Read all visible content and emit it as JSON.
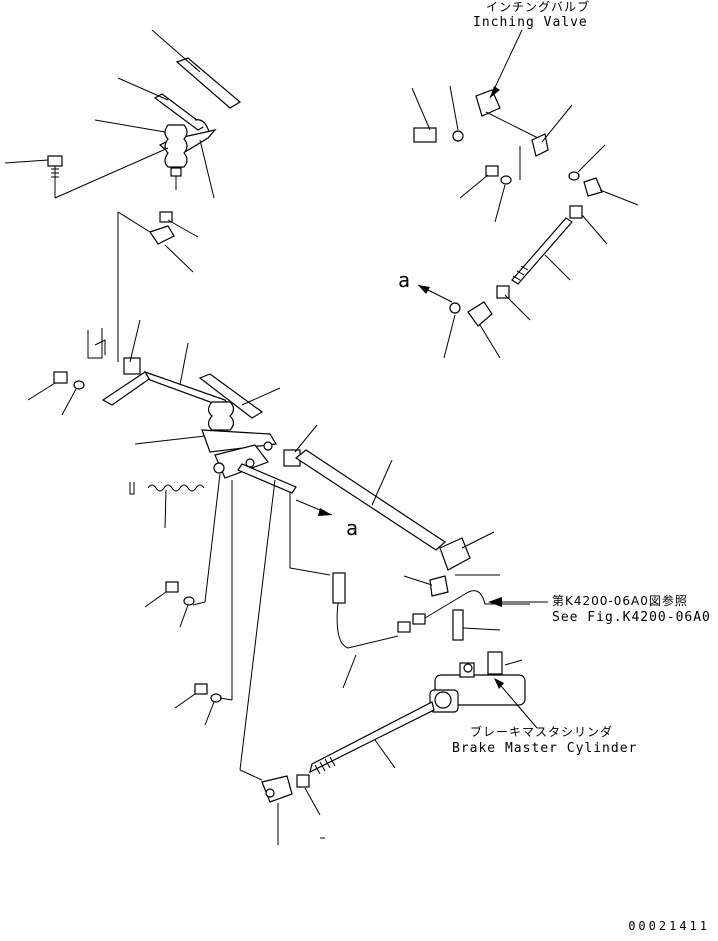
{
  "labels": {
    "inching_valve_jp": "インチングバルブ",
    "inching_valve_en": "Inching Valve",
    "see_fig_jp": "第K4200-06A0図参照",
    "see_fig_en": "See Fig.K4200-06A0",
    "brake_master_jp": "ブレーキマスタシリンダ",
    "brake_master_en": "Brake Master Cylinder",
    "ref_a_upper": "a",
    "ref_a_lower": "a",
    "drawing_number": "00021411"
  },
  "icons": [
    "arrow-icon"
  ]
}
